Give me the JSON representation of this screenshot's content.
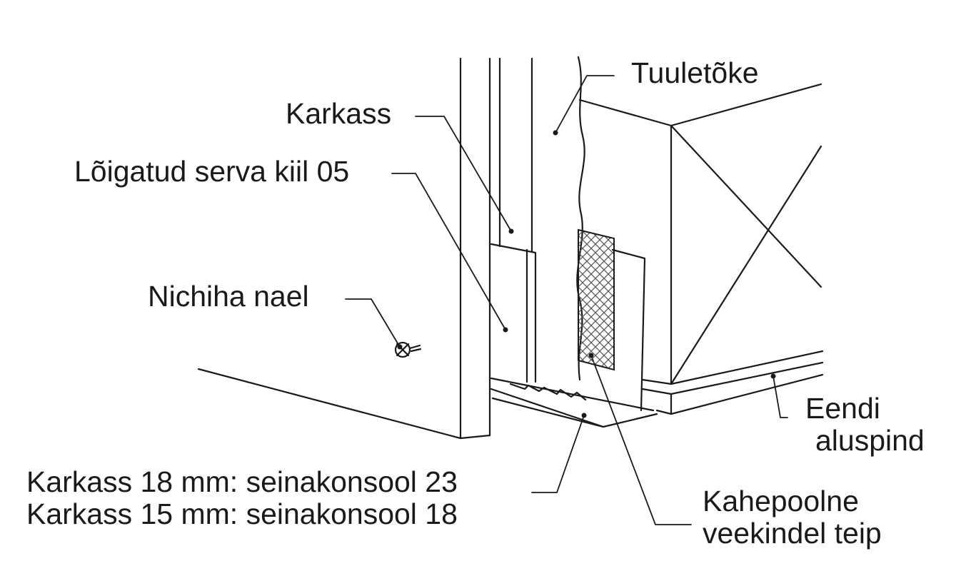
{
  "labels": {
    "tuuletoke": "Tuuletõke",
    "karkass": "Karkass",
    "loigatud_serva_kiil": "Lõigatud serva kiil 05",
    "nichiha_nael": "Nichiha nael",
    "eendi_aluspind_line1": "Eendi",
    "eendi_aluspind_line2": "aluspind",
    "seinakonsool_18mm": "Karkass 18 mm: seinakonsool 23",
    "seinakonsool_15mm": "Karkass 15 mm: seinakonsool 18",
    "teip_line1": "Kahepoolne",
    "teip_line2": "veekindel teip"
  },
  "colors": {
    "line": "#1a1a1a",
    "background": "#ffffff",
    "tape_mesh": "#555555"
  }
}
